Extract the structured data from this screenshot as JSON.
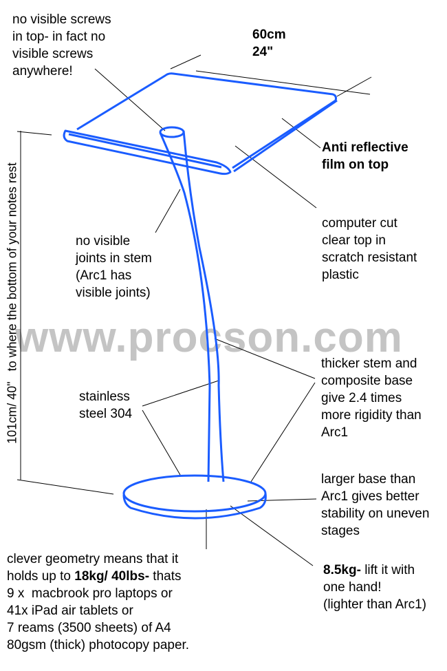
{
  "watermark": "www.procson.com",
  "dimensions": {
    "width_cm": "60cm",
    "width_in": "24\"",
    "height": "101cm/ 40\"",
    "height_note": "to where the bottom of your notes rest"
  },
  "callouts": {
    "screws": [
      "no visible screws",
      "in top- in fact no",
      "visible screws",
      "anywhere!"
    ],
    "film": [
      "Anti reflective",
      "film on top"
    ],
    "top": [
      "computer cut",
      "clear top in",
      "scratch resistant",
      "plastic"
    ],
    "joints": [
      "no visible",
      "joints in stem",
      "(Arc1 has",
      "visible joints)"
    ],
    "rigidity": [
      "thicker stem and",
      "composite base",
      "give 2.4 times",
      "more rigidity than",
      "Arc1"
    ],
    "steel": [
      "stainless",
      "steel 304"
    ],
    "base": [
      "larger base than",
      "Arc1 gives better",
      "stability on uneven",
      "stages"
    ],
    "weight": {
      "bold": "8.5kg-",
      "rest": " lift it with",
      "lines": [
        "one hand!",
        "(lighter than Arc1)"
      ]
    },
    "capacity": {
      "line1": "clever geometry means that it",
      "line2_pre": "holds up to ",
      "line2_bold": "18kg/ 40lbs-",
      "line2_post": " thats",
      "lines": [
        "9 x  macbrook pro laptops or",
        "41x iPad air tablets or",
        "7 reams (3500 sheets) of A4",
        "80gsm (thick) photocopy paper."
      ]
    }
  },
  "colors": {
    "lectern": "#1a5cff",
    "watermark": "#c4c4c4"
  }
}
